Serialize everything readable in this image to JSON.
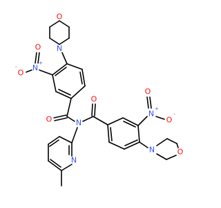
{
  "atoms": {
    "o_morph1": "O",
    "n_morph1": "N",
    "n_nitro1": "N",
    "o_nitro1_single": "O",
    "o_nitro1_double": "O",
    "o_carbonyl1": "O",
    "n_amide": "N",
    "o_carbonyl2": "O",
    "n_nitro2": "N",
    "o_nitro2_single": "O",
    "o_nitro2_double": "O",
    "n_morph2": "N",
    "o_morph2": "O",
    "n_pyridine": "N"
  },
  "charges": {
    "plus": "+",
    "minus": "-"
  },
  "colors": {
    "oxygen": "#ff0d0d",
    "nitrogen": "#3050f8",
    "bond": "#000000"
  }
}
